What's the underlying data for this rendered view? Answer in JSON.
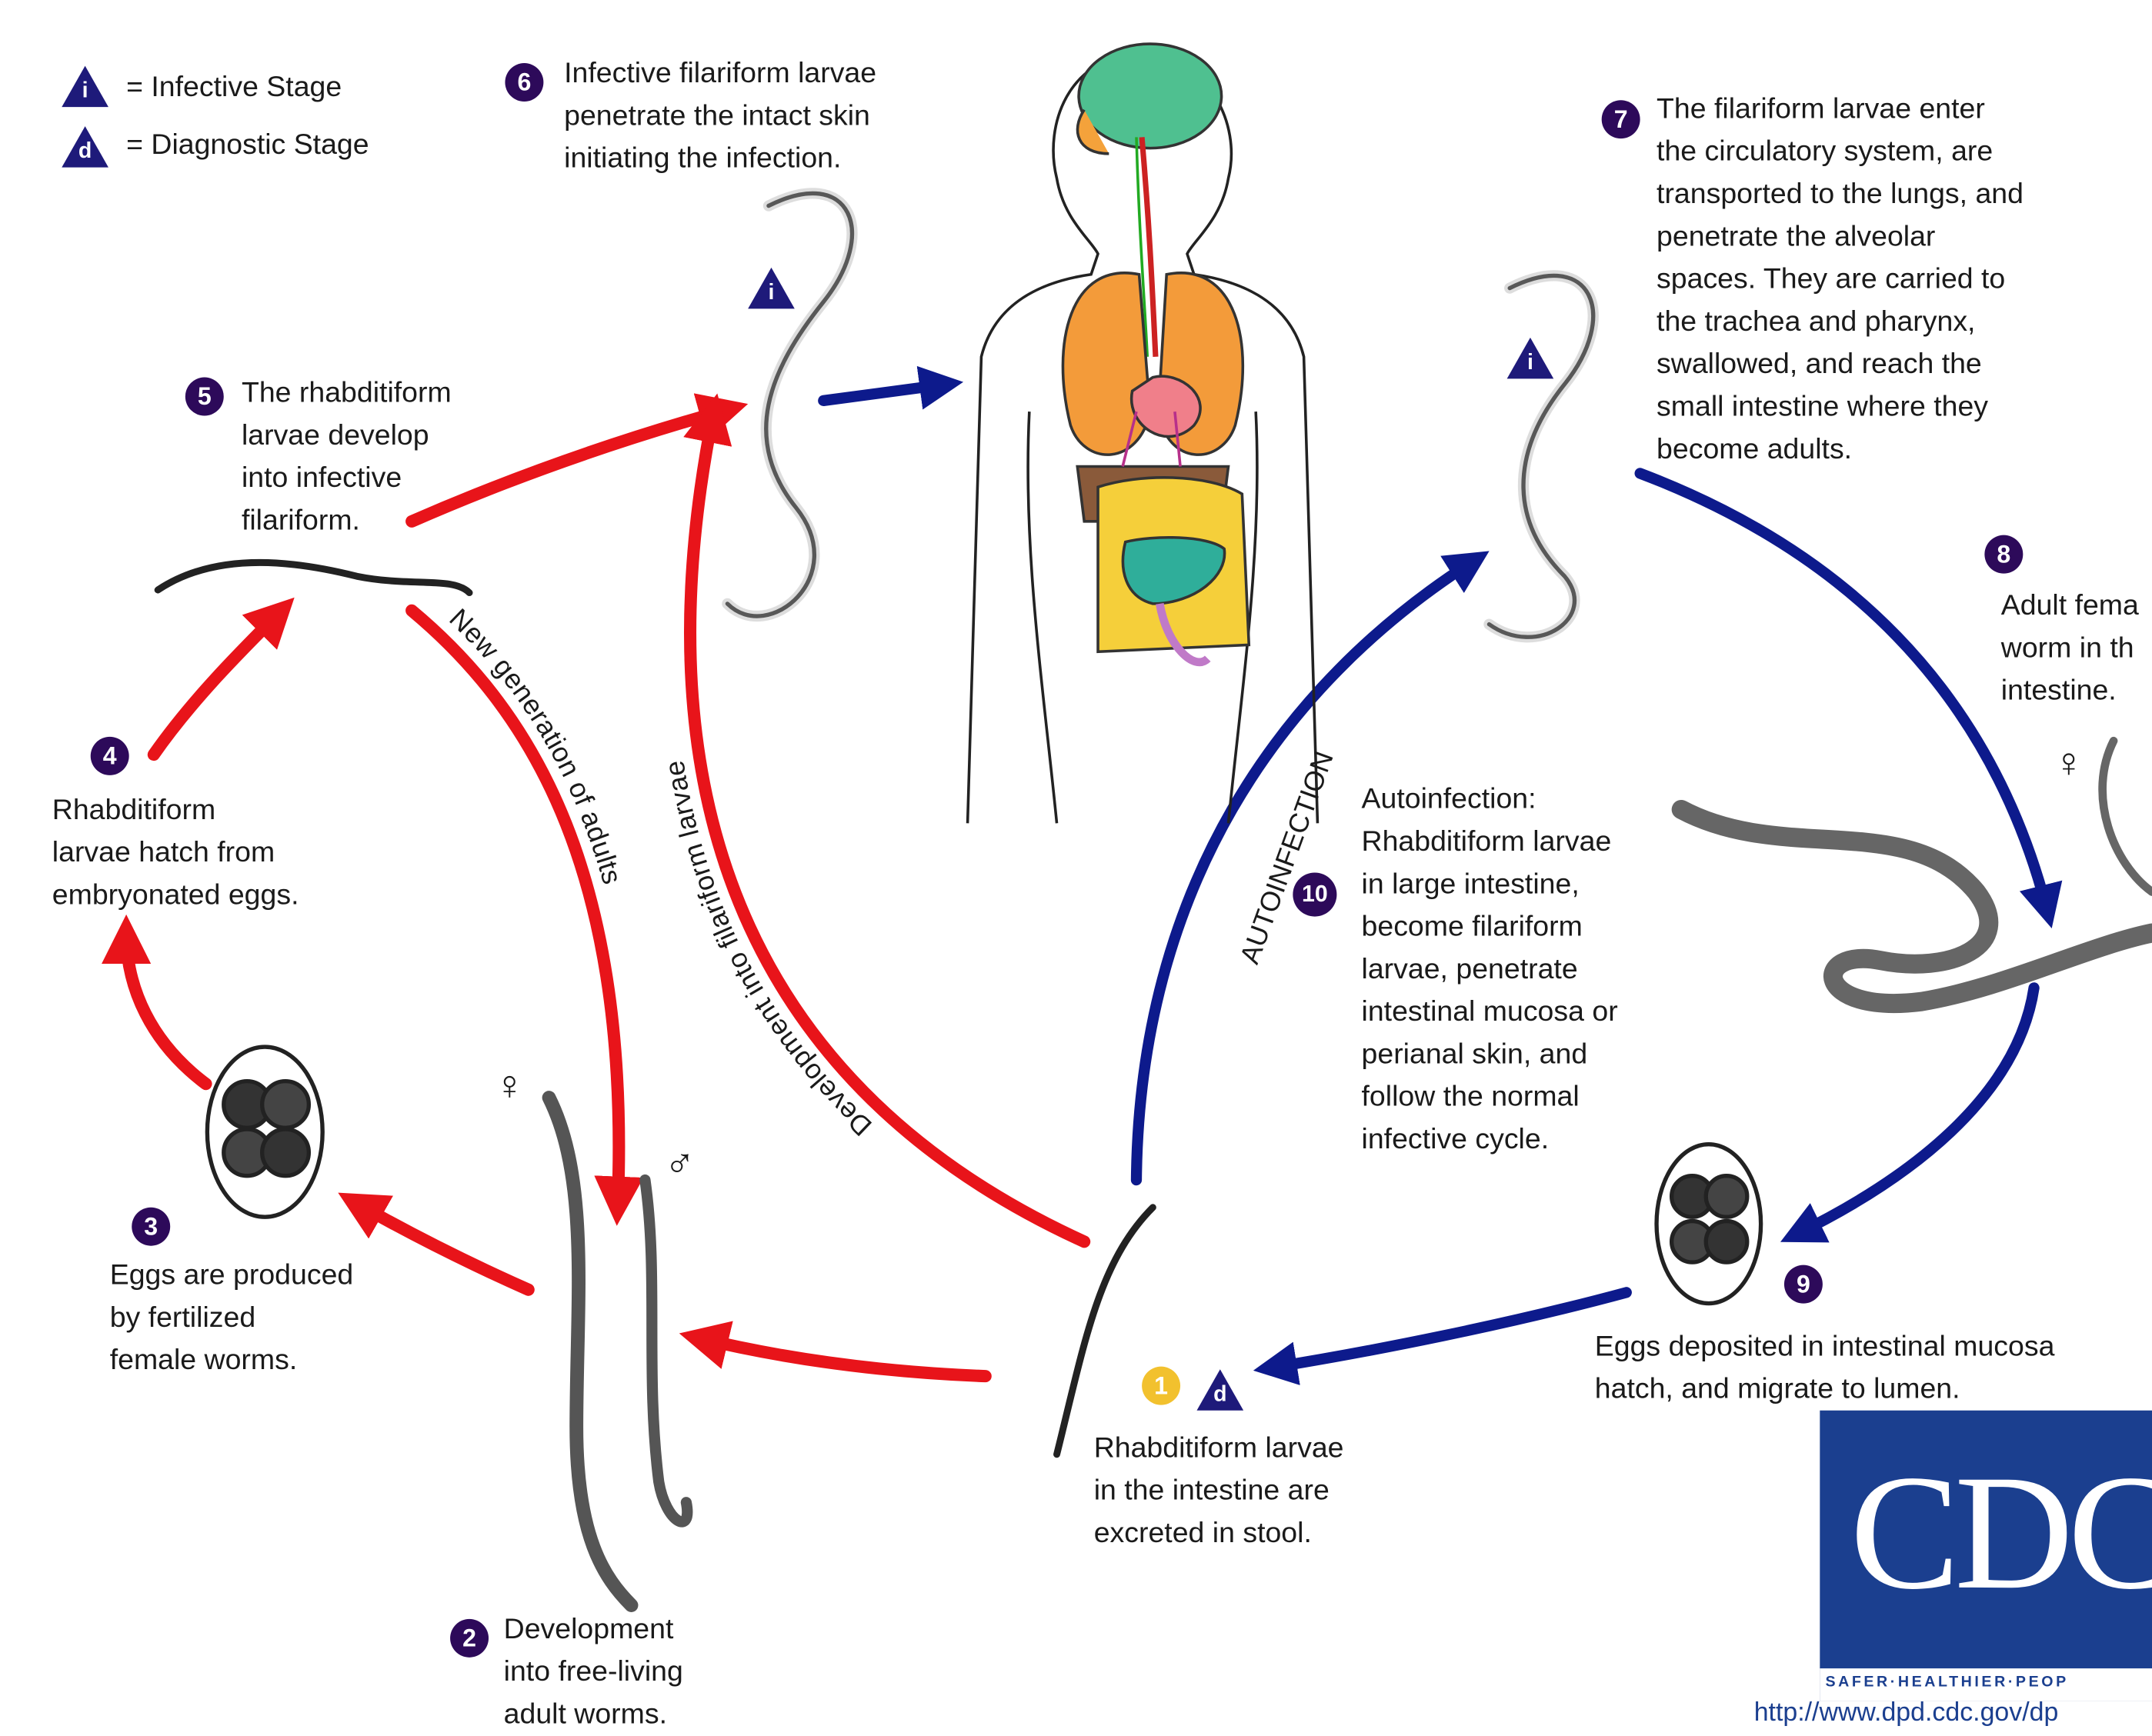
{
  "legend": {
    "infective": {
      "letter": "i",
      "label": "= Infective Stage"
    },
    "diagnostic": {
      "letter": "d",
      "label": "= Diagnostic Stage"
    }
  },
  "steps": [
    {
      "num": "1",
      "text": "Rhabditiform larvae\nin the intestine are\nexcreted in stool."
    },
    {
      "num": "2",
      "text": "Development\ninto free-living\nadult worms."
    },
    {
      "num": "3",
      "text": "Eggs are produced\nby fertilized\nfemale worms."
    },
    {
      "num": "4",
      "text": "Rhabditiform\nlarvae hatch from\nembryonated eggs."
    },
    {
      "num": "5",
      "text": "The rhabditiform\nlarvae develop\ninto infective\nfilariform."
    },
    {
      "num": "6",
      "text": "Infective filariform larvae\npenetrate the intact skin\ninitiating the infection."
    },
    {
      "num": "7",
      "text": "The filariform larvae enter\nthe circulatory system, are\ntransported to the lungs, and\npenetrate the alveolar\nspaces.  They are carried to\nthe trachea and pharynx,\nswallowed, and reach the\nsmall intestine where they\nbecome adults."
    },
    {
      "num": "8",
      "text": "Adult fema\nworm in th\nintestine."
    },
    {
      "num": "9",
      "text": "Eggs deposited in intestinal mucosa\nhatch, and migrate to lumen."
    },
    {
      "num": "10",
      "text": "Autoinfection:\nRhabditiform larvae\nin large intestine,\nbecome filariform\nlarvae, penetrate\nintestinal mucosa or\nperianal skin, and\nfollow the normal\ninfective cycle."
    }
  ],
  "arrow_labels": {
    "new_generation": "New generation of adults",
    "development_filariform": "Development into filariform larvae",
    "autoinfection": "AUTOINFECTION"
  },
  "symbols": {
    "female": "♀",
    "male": "♂"
  },
  "logo": {
    "letters": "CDC",
    "tagline": "SAFER·HEALTHIER·PEOP",
    "url": "http://www.dpd.cdc.gov/dp"
  },
  "colors": {
    "free_living_arrows": "#e8141a",
    "parasitic_arrows": "#0d1a8c",
    "badge": "#2d0a5a",
    "stage_triangle": "#1e1a7a",
    "step1_badge": "#f2c12e",
    "cdc_blue": "#1b3f8f"
  }
}
